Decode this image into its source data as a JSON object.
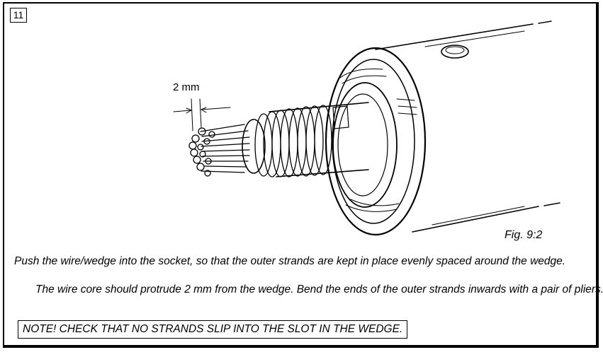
{
  "step_number": "11",
  "figure": {
    "caption": "Fig. 9:2",
    "dimension_label": "2 mm"
  },
  "instructions": {
    "paragraph1": "Push the wire/wedge into the socket, so that the outer strands are kept in place evenly spaced around the wedge.",
    "paragraph2": "The wire core should protrude 2 mm from the wedge. Bend the ends of the outer strands inwards with a pair of pliers."
  },
  "note": "NOTE! CHECK THAT NO STRANDS SLIP INTO THE SLOT IN THE WEDGE."
}
